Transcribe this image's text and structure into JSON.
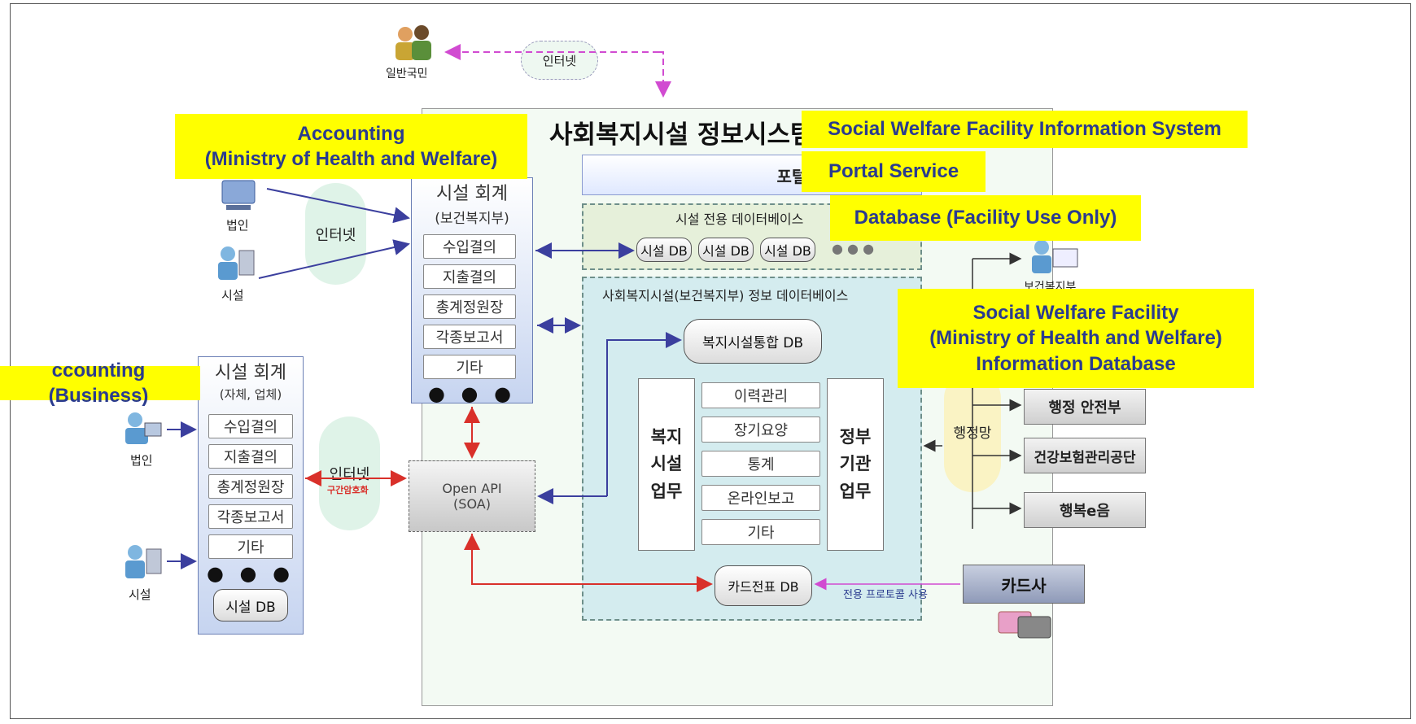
{
  "system_title": "사회복지시설 정보시스템",
  "public_user_label": "일반국민",
  "internet_top": "인터넷",
  "portal": {
    "label": "포털 서비스"
  },
  "facility_db_group": {
    "title": "시설 전용 데이터베이스",
    "dbs": [
      "시설 DB",
      "시설 DB",
      "시설 DB"
    ],
    "more": "● ● ●"
  },
  "welfare_db_group": {
    "title": "사회복지시설(보건복지부) 정보 데이터베이스",
    "integrated_db": "복지시설통합 DB",
    "left_box": "복지 시설 업무",
    "right_box": "정부 기관 업무",
    "tasks": [
      "이력관리",
      "장기요양",
      "통계",
      "온라인보고",
      "기타"
    ],
    "card_db": "카드전표 DB"
  },
  "accounting_mohw": {
    "title": "시설 회계",
    "subtitle": "(보건복지부)",
    "items": [
      "수입결의",
      "지출결의",
      "총계정원장",
      "각종보고서",
      "기타"
    ],
    "more": "● ● ●"
  },
  "accounting_business": {
    "title": "시설 회계",
    "subtitle": "(자체, 업체)",
    "items": [
      "수입결의",
      "지출결의",
      "총계정원장",
      "각종보고서",
      "기타"
    ],
    "more": "● ● ●",
    "db": "시설 DB"
  },
  "left_users": {
    "corp_top": "법인",
    "facility_top": "시설",
    "corp_bottom": "법인",
    "facility_bottom": "시설"
  },
  "internet_left": "인터넷",
  "internet_middle": "인터넷",
  "encryption_label": "구간암호화",
  "open_api": {
    "line1": "Open API",
    "line2": "(SOA)"
  },
  "admin_network": "행정망",
  "agencies": {
    "top_partial": "보건복지부",
    "items": [
      "행정 안전부",
      "건강보험관리공단",
      "행복e음"
    ]
  },
  "card_company": {
    "label": "카드사",
    "protocol": "전용 프로토콜 사용"
  },
  "annotations": {
    "accounting_mohw": "Accounting\n(Ministry of Health and Welfare)",
    "system": "Social Welfare Facility Information System",
    "portal": "Portal Service",
    "facility_db": "Database (Facility Use Only)",
    "welfare_db": "Social Welfare Facility\n(Ministry of Health and Welfare)\nInformation Database",
    "accounting_business": "ccounting (Business)"
  },
  "colors": {
    "arrow_blue": "#3b3f9e",
    "arrow_red": "#d9302a",
    "arrow_magenta": "#d14bd1",
    "highlight": "#ffff00",
    "highlight_text": "#2a3b8f"
  }
}
